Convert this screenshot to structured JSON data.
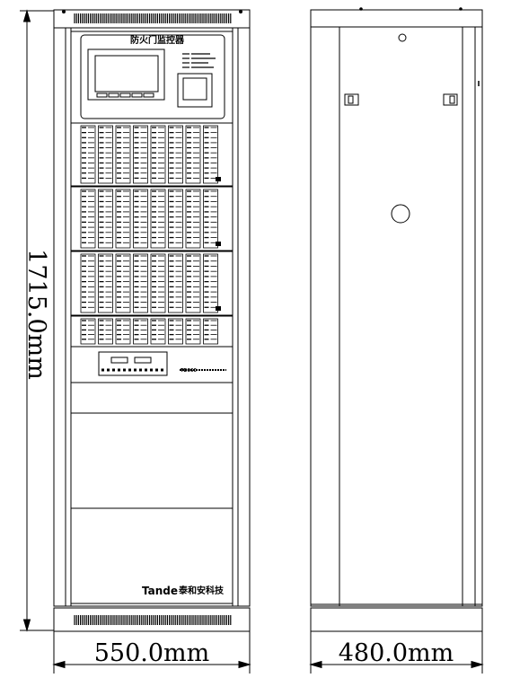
{
  "front_view": {
    "panel_title": "防火门监控器",
    "model_label": "TD060",
    "brand": "Tande",
    "brand_cn": "泰和安科技"
  },
  "dimensions": {
    "height": "1715.0mm",
    "front_width": "550.0mm",
    "side_width": "480.0mm"
  }
}
